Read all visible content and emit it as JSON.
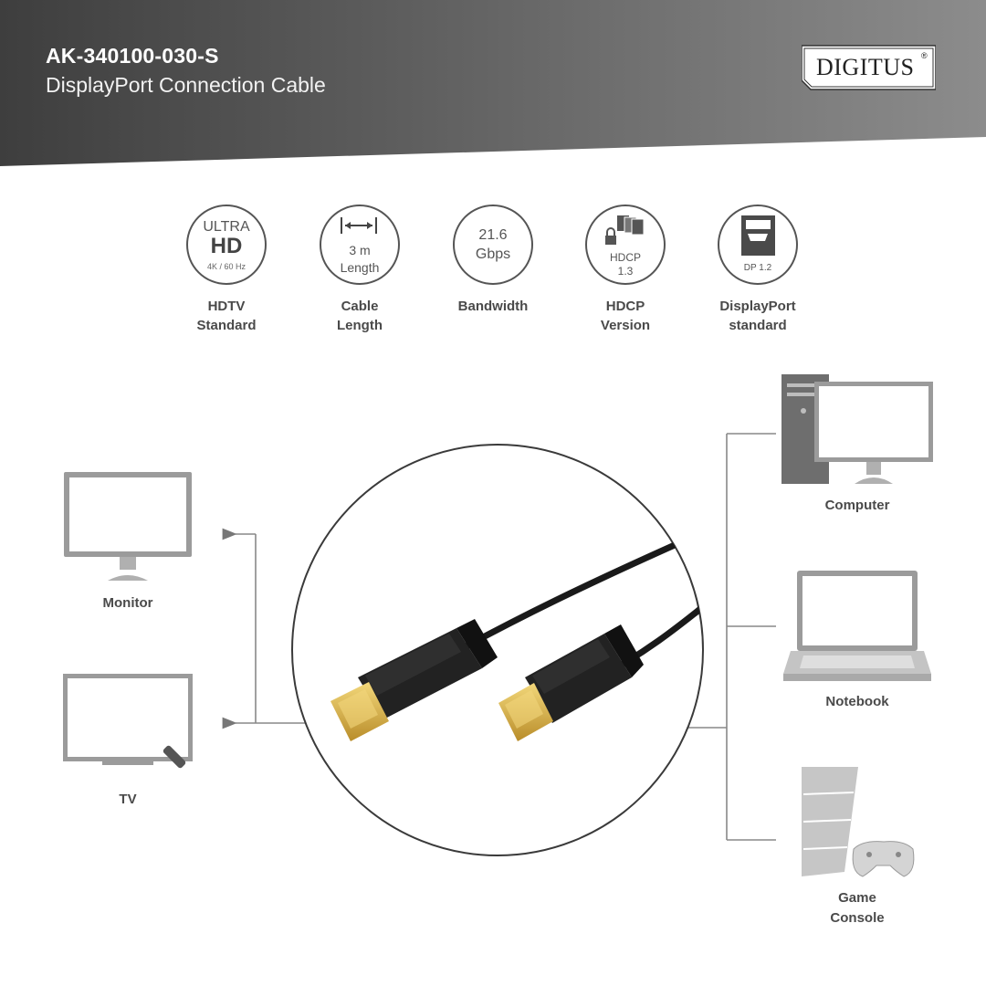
{
  "header": {
    "model": "AK-340100-030-S",
    "product_name": "DisplayPort Connection Cable",
    "brand": "DIGITUS",
    "brand_mark": "®"
  },
  "features": [
    {
      "icon": "ultra-hd-icon",
      "line1": "ULTRA",
      "line2": "HD",
      "line3": "4K / 60 Hz",
      "label": "HDTV\nStandard"
    },
    {
      "icon": "cable-length-icon",
      "line1": "3 m",
      "line2": "Length",
      "label": "Cable\nLength"
    },
    {
      "icon": "bandwidth-icon",
      "line1": "21.6",
      "line2": "Gbps",
      "label": "Bandwidth"
    },
    {
      "icon": "hdcp-icon",
      "line1": "HDCP",
      "line2": "1.3",
      "label": "HDCP\nVersion"
    },
    {
      "icon": "displayport-icon",
      "line1": "DP 1.2",
      "label": "DisplayPort\nstandard"
    }
  ],
  "outputs": [
    {
      "icon": "monitor-icon",
      "label": "Monitor"
    },
    {
      "icon": "tv-icon",
      "label": "TV"
    }
  ],
  "sources": [
    {
      "icon": "computer-icon",
      "label": "Computer"
    },
    {
      "icon": "notebook-icon",
      "label": "Notebook"
    },
    {
      "icon": "game-console-icon",
      "label": "Game\nConsole"
    }
  ],
  "colors": {
    "header_dark": "#4a4a4a",
    "header_light": "#8a8a8a",
    "line": "#888888",
    "gold": "#d8b04a",
    "connector": "#1e1e1e"
  }
}
